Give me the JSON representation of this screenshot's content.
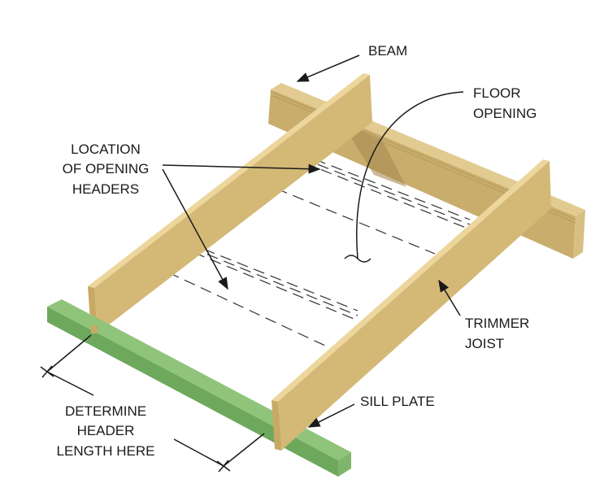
{
  "labels": {
    "beam": "BEAM",
    "floor_opening": [
      "FLOOR",
      "OPENING"
    ],
    "location_headers": [
      "LOCATION",
      "OF OPENING",
      "HEADERS"
    ],
    "trimmer_joist": [
      "TRIMMER",
      "JOIST"
    ],
    "sill_plate": "SILL PLATE",
    "determine_header": [
      "DETERMINE",
      "HEADER",
      "LENGTH HERE"
    ]
  },
  "colors": {
    "wood": "#d9bf80",
    "wood_dark": "#b89a5c",
    "sill": "#7fb56b",
    "sill_dark": "#5f944f"
  }
}
